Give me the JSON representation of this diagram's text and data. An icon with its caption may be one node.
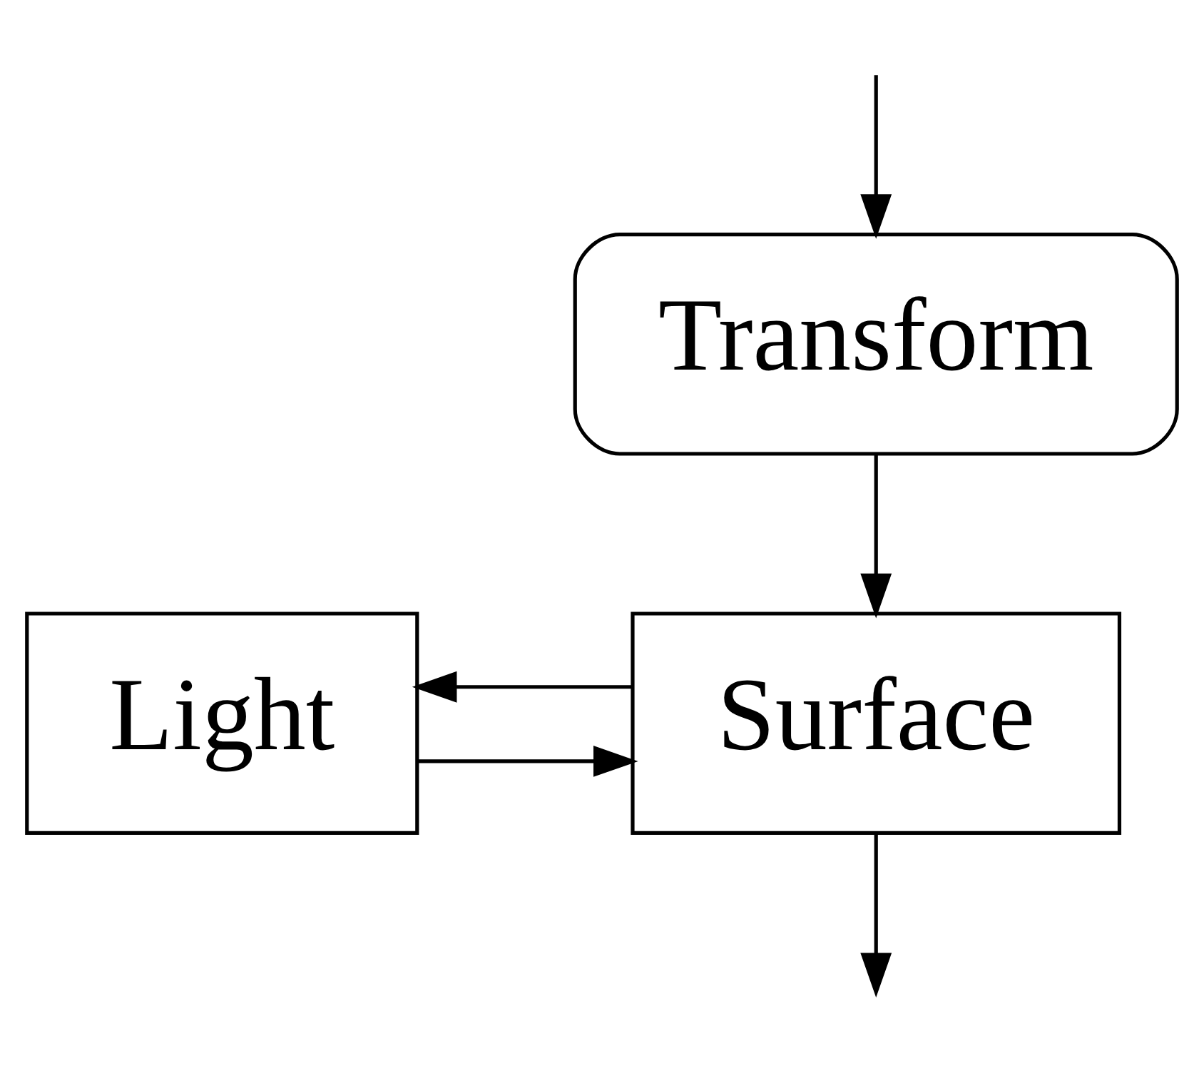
{
  "diagram": {
    "nodes": [
      {
        "text": [
          "Transform"
        ]
      },
      {
        "text": [
          "Surface"
        ]
      },
      {
        "text": [
          "Light"
        ]
      }
    ],
    "edges": [
      {
        "from": null,
        "to": 0,
        "arrow": "to"
      },
      {
        "from": 0,
        "to": 1,
        "arrow": "to"
      },
      {
        "from": 1,
        "to": 2,
        "arrow": "to"
      },
      {
        "from": 2,
        "to": 1,
        "arrow": "to"
      },
      {
        "from": 1,
        "to": null,
        "arrow": "to"
      }
    ]
  }
}
